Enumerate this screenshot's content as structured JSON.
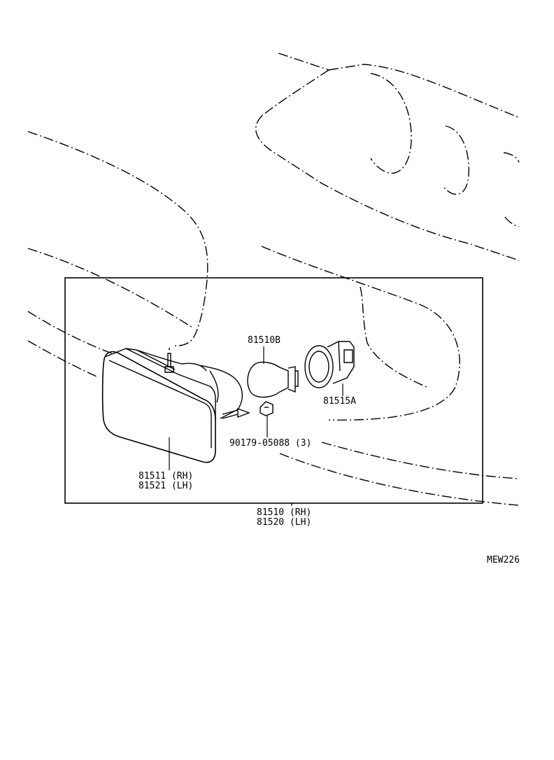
{
  "parts": {
    "bulb": "81510B",
    "socket": "81515A",
    "screw": "90179-05088 (3)",
    "lens_rh": "81511 (RH)",
    "lens_lh": "81521 (LH)",
    "assembly_rh": "81510 (RH)",
    "assembly_lh": "81520 (LH)"
  },
  "figure_code": "MEW226",
  "colors": {
    "ink": "#000000",
    "paper": "#ffffff"
  }
}
